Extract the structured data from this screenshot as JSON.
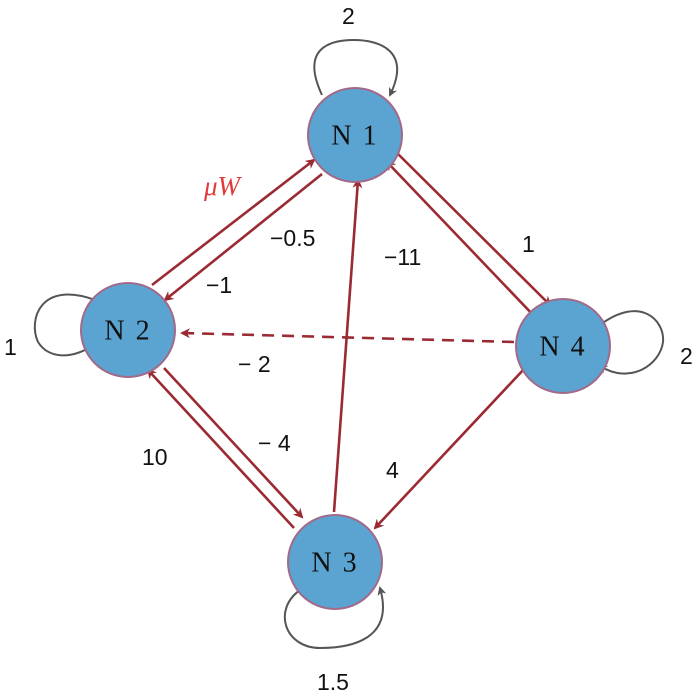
{
  "nodes": {
    "n1": {
      "label": "N 1"
    },
    "n2": {
      "label": "N 2"
    },
    "n3": {
      "label": "N 3"
    },
    "n4": {
      "label": "N 4"
    }
  },
  "self_loops": {
    "n1": "2",
    "n2": "1",
    "n3": "1.5",
    "n4": "2"
  },
  "edges": {
    "n2_to_n1": "",
    "n1_to_n2": "−0.5",
    "n1_to_n2_b": "−1",
    "n1_to_n4": "1",
    "n4_to_n1": "−11",
    "n4_to_n2": "− 2",
    "n3_to_n1": "",
    "n2_to_n3": "10",
    "n3_to_n2": "− 4",
    "n4_to_n3": "4"
  },
  "annotation": {
    "mu_w": "μW"
  },
  "colors": {
    "node_fill": "#5ba3d0",
    "node_stroke": "#a26a8a",
    "edge": "#9b2a33",
    "loop": "#555555",
    "mu_label": "#e03a3a"
  }
}
